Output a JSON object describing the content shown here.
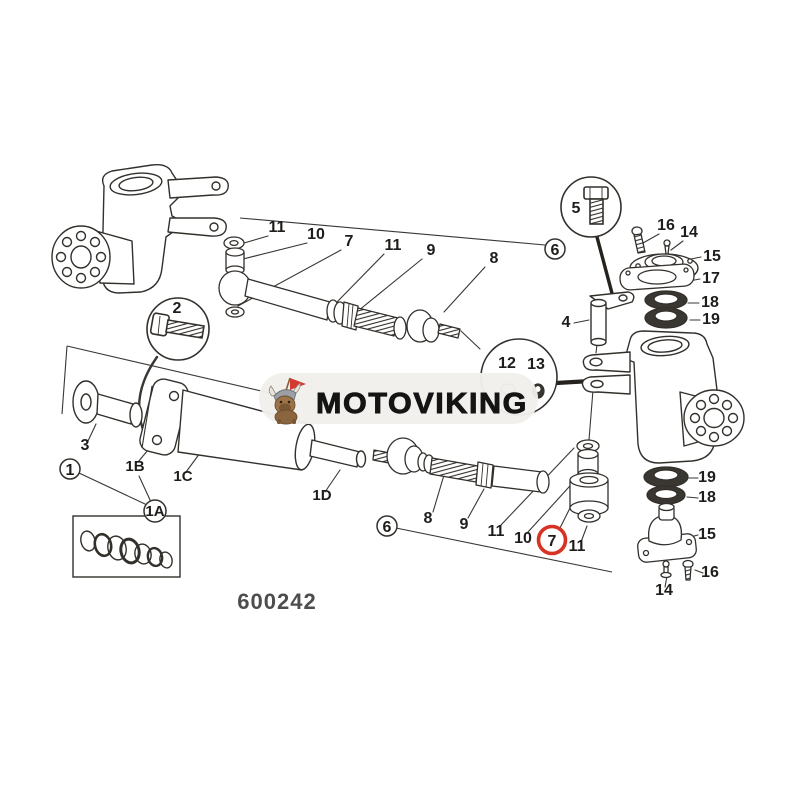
{
  "diagram": {
    "drawing_number": "600242",
    "watermark": {
      "brand": "MOTOVIKING",
      "mascot_icon": "viking-dog-mascot",
      "flag_color": "#d43a2f",
      "pill_color": "#f1efec"
    },
    "highlight": {
      "shape": "red-circle",
      "around_label": "7",
      "color": "#d63324"
    },
    "labels": {
      "top_11a": "11",
      "top_10": "10",
      "top_7": "7",
      "top_11b": "11",
      "top_9": "9",
      "top_8": "8",
      "circle_6_top": "6",
      "circle_5": "5",
      "col_16": "16",
      "col_14": "14",
      "col_15": "15",
      "col_17": "17",
      "col_18": "18",
      "col_19": "19",
      "pin_4": "4",
      "detail_12": "12",
      "detail_13": "13",
      "circle_2": "2",
      "part_3": "3",
      "circle_1": "1",
      "circle_1a": "1A",
      "part_1b": "1B",
      "part_1c": "1C",
      "part_1d": "1D",
      "circle_6_bottom": "6",
      "bot_8": "8",
      "bot_9": "9",
      "bot_11a": "11",
      "bot_10": "10",
      "bot_7": "7",
      "bot_11b": "11",
      "col2_19": "19",
      "col2_18": "18",
      "col2_15": "15",
      "col2_16": "16",
      "col2_14": "14"
    }
  }
}
